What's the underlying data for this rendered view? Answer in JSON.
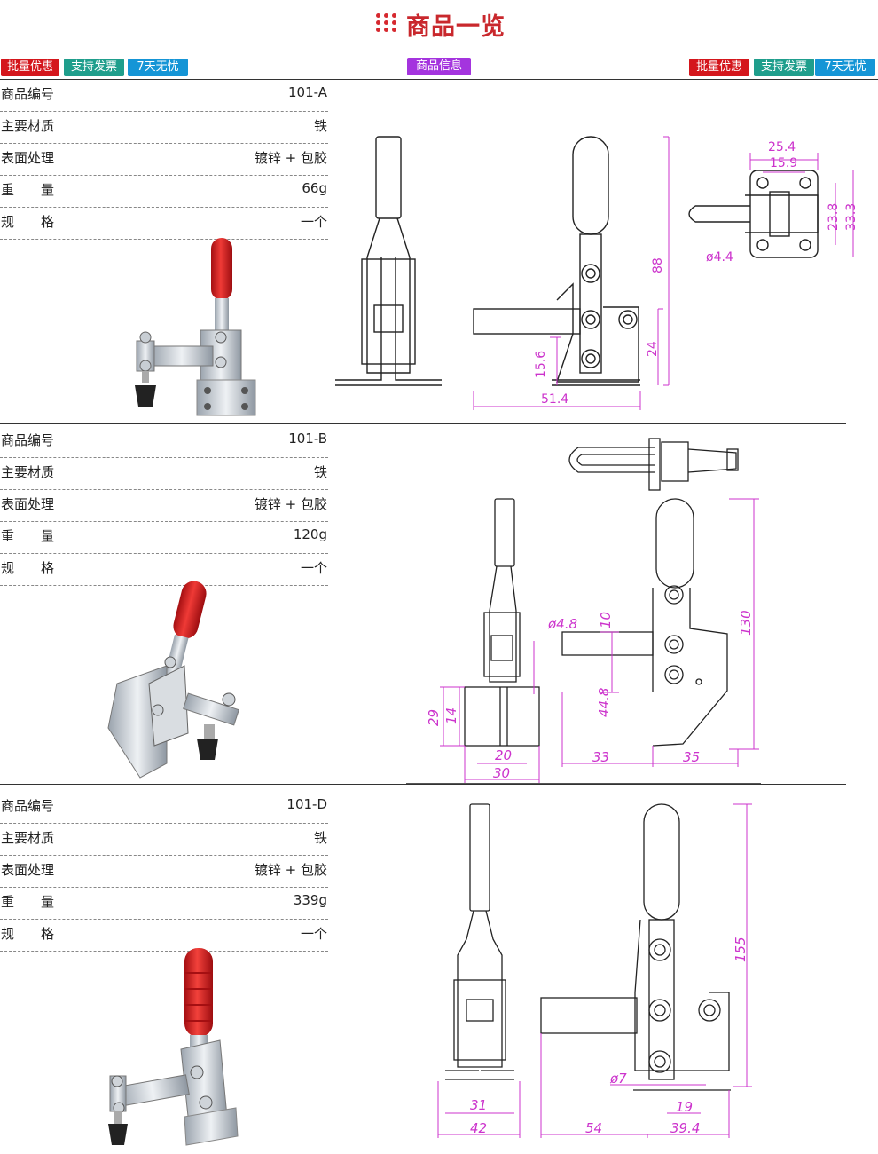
{
  "header": {
    "title": "商品一览",
    "dots_icon": "grid-dots-icon",
    "badges_left": [
      "批量优惠",
      "支持发票",
      "7天无忧"
    ],
    "center_badge": "商品信息",
    "badges_right": [
      "批量优惠",
      "支持发票",
      "7天无忧"
    ]
  },
  "colors": {
    "red": "#d4161c",
    "teal": "#1f9e8c",
    "blue": "#1595d6",
    "purple": "#a434de",
    "dimension": "#cc33cc"
  },
  "products": [
    {
      "rows": [
        {
          "label": "商品编号",
          "value": "101-A"
        },
        {
          "label": "主要材质",
          "value": "铁"
        },
        {
          "label": "表面处理",
          "value": "镀锌 + 包胶"
        },
        {
          "label": "重　　量",
          "value": "66g"
        },
        {
          "label": "规　　格",
          "value": "一个"
        }
      ],
      "dims": {
        "d1": "25.4",
        "d2": "15.9",
        "d3": "23.8",
        "d4": "33.3",
        "d5": "ø4.4",
        "d6": "88",
        "d7": "24",
        "d8": "15.6",
        "d9": "51.4"
      }
    },
    {
      "rows": [
        {
          "label": "商品编号",
          "value": "101-B"
        },
        {
          "label": "主要材质",
          "value": "铁"
        },
        {
          "label": "表面处理",
          "value": "镀锌 + 包胶"
        },
        {
          "label": "重　　量",
          "value": "120g"
        },
        {
          "label": "规　　格",
          "value": "一个"
        }
      ],
      "dims": {
        "d1": "ø4.8",
        "d2": "10",
        "d3": "130",
        "d4": "44.8",
        "d5": "29",
        "d6": "14",
        "d7": "20",
        "d8": "30",
        "d9": "33",
        "d10": "35"
      }
    },
    {
      "rows": [
        {
          "label": "商品编号",
          "value": "101-D"
        },
        {
          "label": "主要材质",
          "value": "铁"
        },
        {
          "label": "表面处理",
          "value": "镀锌 + 包胶"
        },
        {
          "label": "重　　量",
          "value": "339g"
        },
        {
          "label": "规　　格",
          "value": "一个"
        }
      ],
      "dims": {
        "d1": "155",
        "d2": "ø7",
        "d3": "31",
        "d4": "42",
        "d5": "19",
        "d6": "54",
        "d7": "39.4"
      }
    }
  ]
}
